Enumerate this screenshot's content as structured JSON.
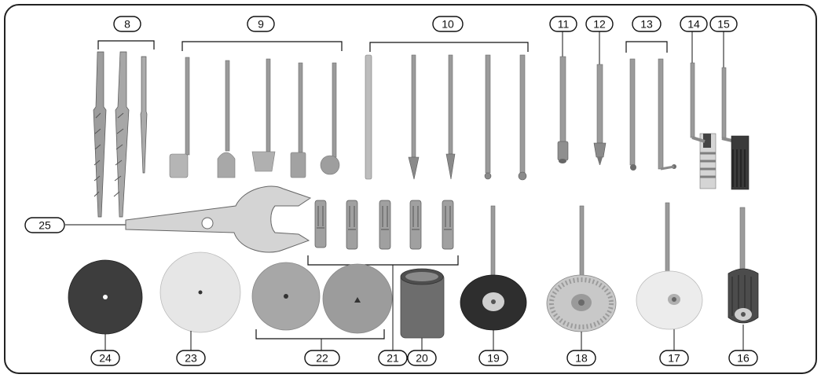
{
  "labels": {
    "l8": "8",
    "l9": "9",
    "l10": "10",
    "l11": "11",
    "l12": "12",
    "l13": "13",
    "l14": "14",
    "l15": "15",
    "l16": "16",
    "l17": "17",
    "l18": "18",
    "l19": "19",
    "l20": "20",
    "l21": "21",
    "l22": "22",
    "l23": "23",
    "l24": "24",
    "l25": "25"
  },
  "colors": {
    "frame": "#222222",
    "metal": "#9b9b9b",
    "dark_disc": "#3d3d3d",
    "felt": "#e8e8e8",
    "grinding_stone": "#a9a9a9",
    "sanding_band": "#6d6d6d",
    "steel_brush": "#c8c8c8"
  }
}
